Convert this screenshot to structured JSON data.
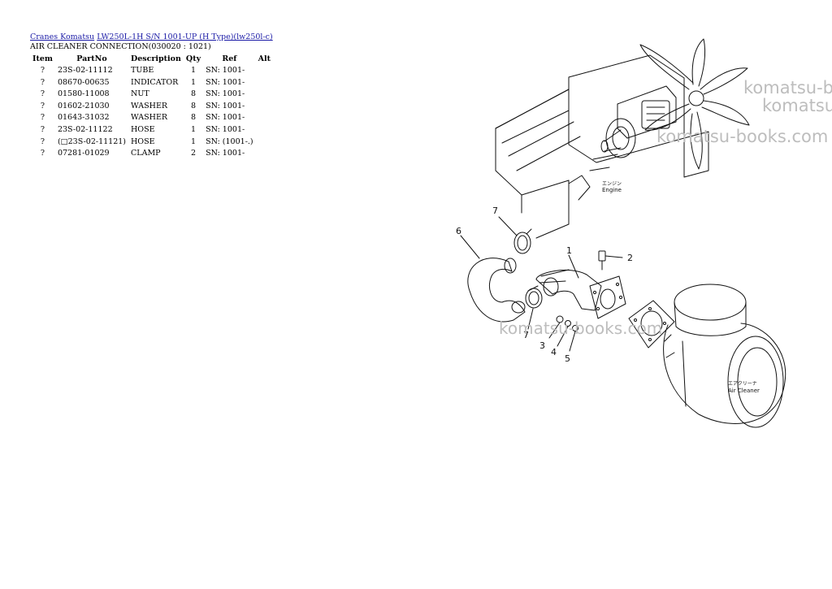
{
  "breadcrumb": {
    "links": [
      "Cranes Komatsu",
      "LW250L-1H S/N 1001-UP (H Type)(lw250l-c)"
    ]
  },
  "section_title": "AIR CLEANER CONNECTION(030020 : 1021)",
  "table": {
    "headers": [
      "Item",
      "PartNo",
      "Description",
      "Qty",
      "Ref",
      "Alt"
    ],
    "rows": [
      {
        "item": "?",
        "part_no": "23S-02-11112",
        "description": "TUBE",
        "qty": "1",
        "ref": "SN: 1001-",
        "alt": ""
      },
      {
        "item": "?",
        "part_no": "08670-00635",
        "description": "INDICATOR",
        "qty": "1",
        "ref": "SN: 1001-",
        "alt": ""
      },
      {
        "item": "?",
        "part_no": "01580-11008",
        "description": "NUT",
        "qty": "8",
        "ref": "SN: 1001-",
        "alt": ""
      },
      {
        "item": "?",
        "part_no": "01602-21030",
        "description": "WASHER",
        "qty": "8",
        "ref": "SN: 1001-",
        "alt": ""
      },
      {
        "item": "?",
        "part_no": "01643-31032",
        "description": "WASHER",
        "qty": "8",
        "ref": "SN: 1001-",
        "alt": ""
      },
      {
        "item": "?",
        "part_no": "23S-02-11122",
        "description": "HOSE",
        "qty": "1",
        "ref": "SN: 1001-",
        "alt": ""
      },
      {
        "item": "?",
        "part_no": "(□23S-02-11121)",
        "description": "HOSE",
        "qty": "1",
        "ref": "SN: (1001-.)",
        "alt": ""
      },
      {
        "item": "?",
        "part_no": "07281-01029",
        "description": "CLAMP",
        "qty": "2",
        "ref": "SN: 1001-",
        "alt": ""
      }
    ]
  },
  "diagram": {
    "engine_label_jp": "エンジン",
    "engine_label": "Engine",
    "air_cleaner_label_jp": "エアクリーナ",
    "air_cleaner_label": "Air Cleaner",
    "callouts": [
      "1",
      "2",
      "3",
      "4",
      "5",
      "6",
      "7",
      "7"
    ]
  },
  "watermarks": [
    "komatsu-b",
    "komatsu",
    "komatsu-books.com",
    "komatsu-books.com"
  ]
}
